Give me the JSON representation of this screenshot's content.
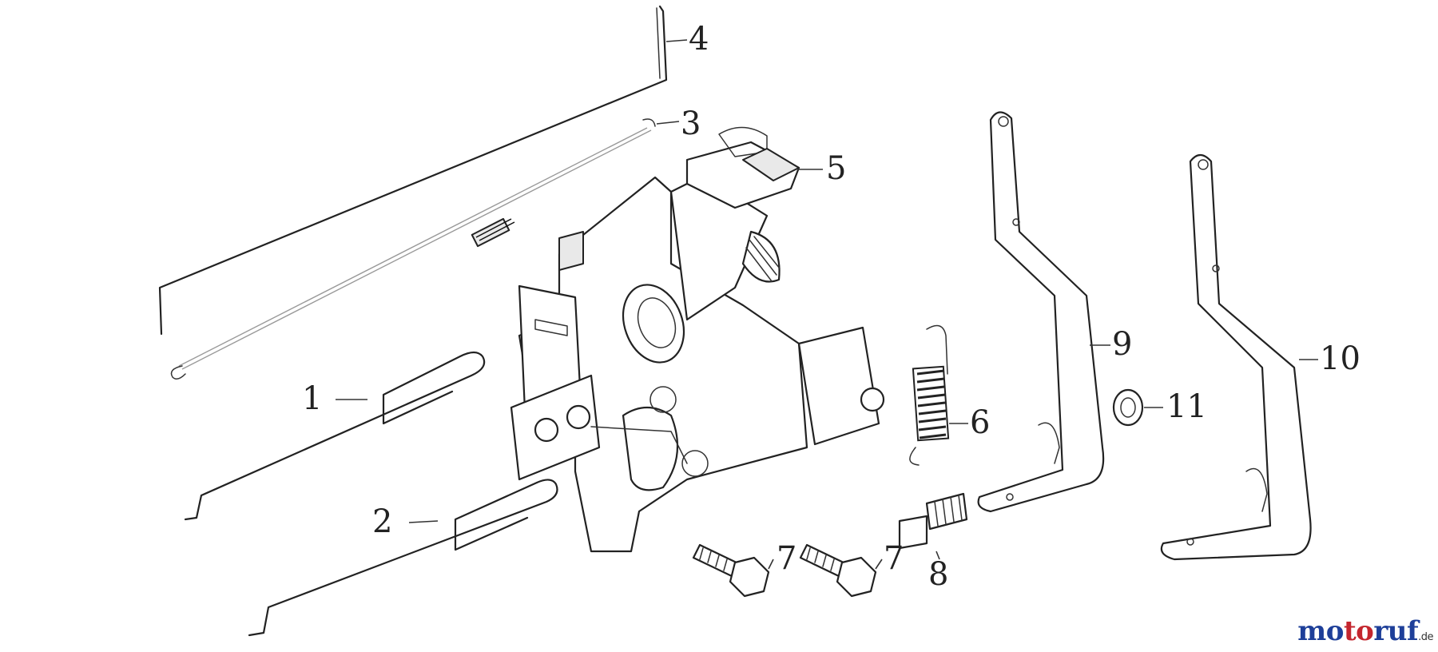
{
  "diagram": {
    "callouts": [
      {
        "id": "c1",
        "label": "1"
      },
      {
        "id": "c2",
        "label": "2"
      },
      {
        "id": "c3",
        "label": "3"
      },
      {
        "id": "c4",
        "label": "4"
      },
      {
        "id": "c5",
        "label": "5"
      },
      {
        "id": "c6",
        "label": "6"
      },
      {
        "id": "c7a",
        "label": "7"
      },
      {
        "id": "c7b",
        "label": "7"
      },
      {
        "id": "c8",
        "label": "8"
      },
      {
        "id": "c9",
        "label": "9"
      },
      {
        "id": "c10",
        "label": "10"
      },
      {
        "id": "c11",
        "label": "11"
      }
    ]
  },
  "watermark": {
    "part1": "mo",
    "part2": "to",
    "part3": "ruf",
    "tld": ".de"
  },
  "colors": {
    "line": "#222222",
    "watermark_blue": "#1e3f99",
    "watermark_red": "#c4262e"
  }
}
